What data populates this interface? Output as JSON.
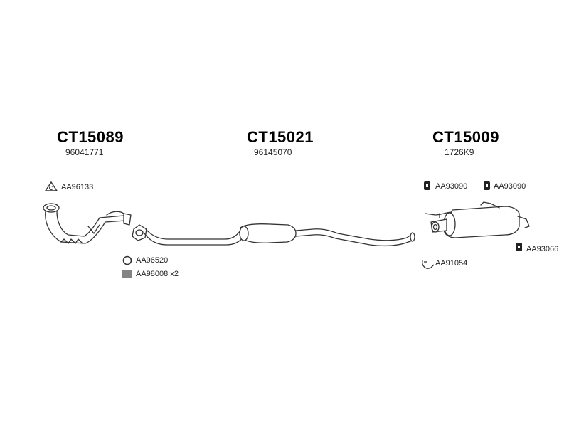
{
  "groups": [
    {
      "title": "CT15089",
      "ref": "96041771"
    },
    {
      "title": "CT15021",
      "ref": "96145070"
    },
    {
      "title": "CT15009",
      "ref": "1726K9"
    }
  ],
  "parts": {
    "gasket_front": "AA96133",
    "ring_gasket": "AA96520",
    "spring_bolt": "AA98008 x2",
    "rubber_mount_1": "AA93090",
    "rubber_mount_2": "AA93090",
    "rubber_mount_3": "AA93066",
    "clamp": "AA91054"
  },
  "icons": {
    "gasket_front": "triangle-gasket-icon",
    "ring_gasket": "ring-icon",
    "spring_bolt": "spring-icon",
    "rubber_mount": "rubber-mount-icon",
    "clamp": "clamp-icon"
  }
}
